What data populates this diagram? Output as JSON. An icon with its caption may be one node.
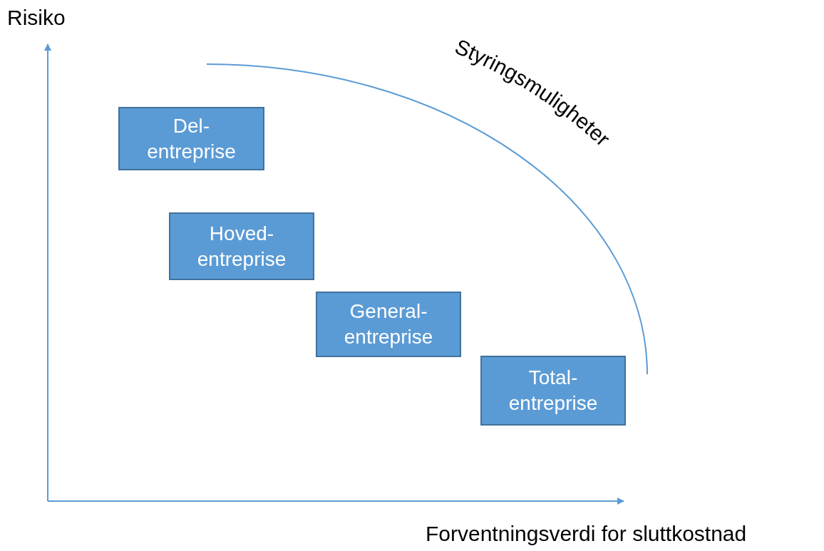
{
  "diagram": {
    "nodes": [
      {
        "text": [
          "Del- entreprise"
        ]
      },
      {
        "text": [
          "Hoved- entreprise"
        ]
      },
      {
        "text": [
          "General- entreprise"
        ]
      },
      {
        "text": [
          "Total- entreprise"
        ]
      }
    ],
    "edges": [],
    "labels": [
      "Risiko",
      "Styringsmuligheter",
      "Forventningsverdi for sluttkostnad"
    ]
  }
}
